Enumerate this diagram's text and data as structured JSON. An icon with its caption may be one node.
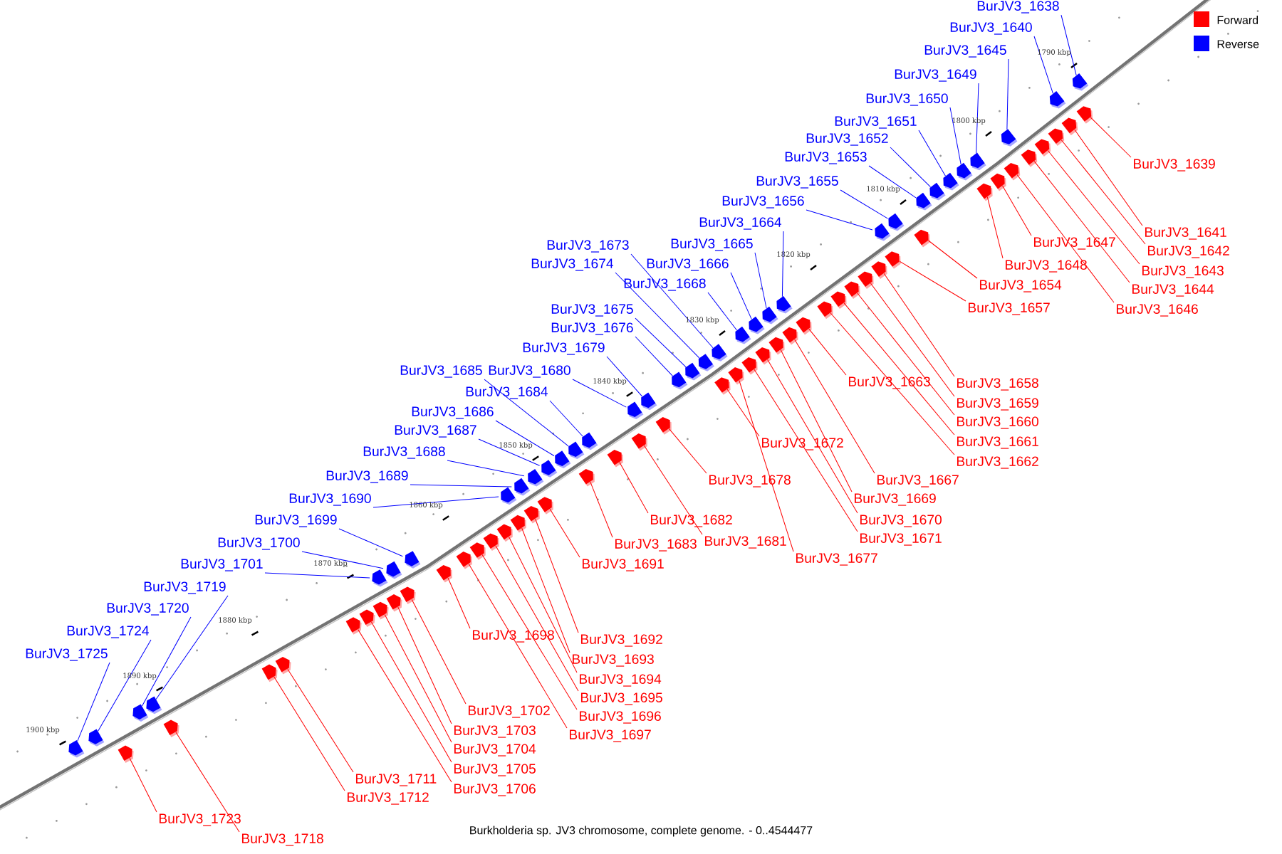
{
  "diagram": {
    "caption": "Burkholderia sp. JV3 chromosome, complete genome. - 0..4544477",
    "nodes": [
      {
        "text": [
          "BurJV3_1638"
        ]
      },
      {
        "text": [
          "BurJV3_1640"
        ]
      },
      {
        "text": [
          "BurJV3_1645"
        ]
      },
      {
        "text": [
          "BurJV3_1649"
        ]
      },
      {
        "text": [
          "BurJV3_1650"
        ]
      },
      {
        "text": [
          "BurJV3_1651"
        ]
      },
      {
        "text": [
          "BurJV3_1652"
        ]
      },
      {
        "text": [
          "BurJV3_1653"
        ]
      },
      {
        "text": [
          "BurJV3_1655"
        ]
      },
      {
        "text": [
          "BurJV3_1656"
        ]
      },
      {
        "text": [
          "BurJV3_1664"
        ]
      },
      {
        "text": [
          "BurJV3_1665"
        ]
      },
      {
        "text": [
          "BurJV3_1666"
        ]
      },
      {
        "text": [
          "BurJV3_1668"
        ]
      },
      {
        "text": [
          "BurJV3_1673"
        ]
      },
      {
        "text": [
          "BurJV3_1674"
        ]
      },
      {
        "text": [
          "BurJV3_1675"
        ]
      },
      {
        "text": [
          "BurJV3_1676"
        ]
      },
      {
        "text": [
          "BurJV3_1679"
        ]
      },
      {
        "text": [
          "BurJV3_1685"
        ]
      },
      {
        "text": [
          "BurJV3_1680"
        ]
      },
      {
        "text": [
          "BurJV3_1684"
        ]
      },
      {
        "text": [
          "BurJV3_1686"
        ]
      },
      {
        "text": [
          "BurJV3_1687"
        ]
      },
      {
        "text": [
          "BurJV3_1688"
        ]
      },
      {
        "text": [
          "BurJV3_1689"
        ]
      },
      {
        "text": [
          "BurJV3_1690"
        ]
      },
      {
        "text": [
          "BurJV3_1699"
        ]
      },
      {
        "text": [
          "BurJV3_1700"
        ]
      },
      {
        "text": [
          "BurJV3_1701"
        ]
      },
      {
        "text": [
          "BurJV3_1719"
        ]
      },
      {
        "text": [
          "BurJV3_1720"
        ]
      },
      {
        "text": [
          "BurJV3_1724"
        ]
      },
      {
        "text": [
          "BurJV3_1725"
        ]
      },
      {
        "text": [
          "BurJV3_1639"
        ]
      },
      {
        "text": [
          "BurJV3_1641"
        ]
      },
      {
        "text": [
          "BurJV3_1642"
        ]
      },
      {
        "text": [
          "BurJV3_1643"
        ]
      },
      {
        "text": [
          "BurJV3_1644"
        ]
      },
      {
        "text": [
          "BurJV3_1646"
        ]
      },
      {
        "text": [
          "BurJV3_1647"
        ]
      },
      {
        "text": [
          "BurJV3_1648"
        ]
      },
      {
        "text": [
          "BurJV3_1654"
        ]
      },
      {
        "text": [
          "BurJV3_1657"
        ]
      },
      {
        "text": [
          "BurJV3_1658"
        ]
      },
      {
        "text": [
          "BurJV3_1659"
        ]
      },
      {
        "text": [
          "BurJV3_1660"
        ]
      },
      {
        "text": [
          "BurJV3_1661"
        ]
      },
      {
        "text": [
          "BurJV3_1662"
        ]
      },
      {
        "text": [
          "BurJV3_1663"
        ]
      },
      {
        "text": [
          "BurJV3_1667"
        ]
      },
      {
        "text": [
          "BurJV3_1669"
        ]
      },
      {
        "text": [
          "BurJV3_1670"
        ]
      },
      {
        "text": [
          "BurJV3_1671"
        ]
      },
      {
        "text": [
          "BurJV3_1672"
        ]
      },
      {
        "text": [
          "BurJV3_1677"
        ]
      },
      {
        "text": [
          "BurJV3_1678"
        ]
      },
      {
        "text": [
          "BurJV3_1681"
        ]
      },
      {
        "text": [
          "BurJV3_1682"
        ]
      },
      {
        "text": [
          "BurJV3_1683"
        ]
      },
      {
        "text": [
          "BurJV3_1691"
        ]
      },
      {
        "text": [
          "BurJV3_1692"
        ]
      },
      {
        "text": [
          "BurJV3_1693"
        ]
      },
      {
        "text": [
          "BurJV3_1694"
        ]
      },
      {
        "text": [
          "BurJV3_1695"
        ]
      },
      {
        "text": [
          "BurJV3_1696"
        ]
      },
      {
        "text": [
          "BurJV3_1697"
        ]
      },
      {
        "text": [
          "BurJV3_1698"
        ]
      },
      {
        "text": [
          "BurJV3_1702"
        ]
      },
      {
        "text": [
          "BurJV3_1703"
        ]
      },
      {
        "text": [
          "BurJV3_1704"
        ]
      },
      {
        "text": [
          "BurJV3_1705"
        ]
      },
      {
        "text": [
          "BurJV3_1706"
        ]
      },
      {
        "text": [
          "BurJV3_1711"
        ]
      },
      {
        "text": [
          "BurJV3_1712"
        ]
      },
      {
        "text": [
          "BurJV3_1723"
        ]
      },
      {
        "text": [
          "BurJV3_1718"
        ]
      },
      {
        "text": [],
        "shape": "arrow"
      },
      {
        "text": [],
        "shape": "arrow"
      },
      {
        "text": [],
        "shape": "arrow"
      },
      {
        "text": [],
        "shape": "arrow"
      },
      {
        "text": [],
        "shape": "arrow"
      },
      {
        "text": [],
        "shape": "arrow"
      },
      {
        "text": [],
        "shape": "arrow"
      },
      {
        "text": [],
        "shape": "arrow"
      },
      {
        "text": [],
        "shape": "arrow"
      },
      {
        "text": [],
        "shape": "arrow"
      },
      {
        "text": [],
        "shape": "arrow"
      },
      {
        "text": [],
        "shape": "arrow"
      },
      {
        "text": [],
        "shape": "arrow"
      },
      {
        "text": [],
        "shape": "arrow"
      },
      {
        "text": [],
        "shape": "arrow"
      },
      {
        "text": [],
        "shape": "arrow"
      },
      {
        "text": [],
        "shape": "arrow"
      },
      {
        "text": [],
        "shape": "arrow"
      },
      {
        "text": [],
        "shape": "arrow"
      },
      {
        "text": [],
        "shape": "arrow"
      },
      {
        "text": [],
        "shape": "arrow"
      },
      {
        "text": [],
        "shape": "arrow"
      },
      {
        "text": [],
        "shape": "arrow"
      },
      {
        "text": [],
        "shape": "arrow"
      },
      {
        "text": [],
        "shape": "arrow"
      },
      {
        "text": [],
        "shape": "arrow"
      },
      {
        "text": [],
        "shape": "arrow"
      },
      {
        "text": [],
        "shape": "arrow"
      },
      {
        "text": [],
        "shape": "arrow"
      },
      {
        "text": [],
        "shape": "arrow"
      },
      {
        "text": [],
        "shape": "arrow"
      },
      {
        "text": [],
        "shape": "arrow"
      },
      {
        "text": [],
        "shape": "arrow"
      },
      {
        "text": [],
        "shape": "arrow"
      },
      {
        "text": [],
        "shape": "arrow"
      },
      {
        "text": [],
        "shape": "arrow"
      },
      {
        "text": [],
        "shape": "arrow"
      },
      {
        "text": [],
        "shape": "arrow"
      },
      {
        "text": [],
        "shape": "arrow"
      },
      {
        "text": [],
        "shape": "arrow"
      },
      {
        "text": [],
        "shape": "arrow"
      },
      {
        "text": [],
        "shape": "arrow"
      },
      {
        "text": [],
        "shape": "arrow"
      },
      {
        "text": [],
        "shape": "arrow"
      },
      {
        "text": [],
        "shape": "arrow"
      },
      {
        "text": [],
        "shape": "arrow"
      },
      {
        "text": [],
        "shape": "arrow"
      },
      {
        "text": [],
        "shape": "arrow"
      },
      {
        "text": [],
        "shape": "arrow"
      },
      {
        "text": [],
        "shape": "arrow"
      },
      {
        "text": [],
        "shape": "arrow"
      },
      {
        "text": [],
        "shape": "arrow"
      },
      {
        "text": [],
        "shape": "arrow"
      },
      {
        "text": [],
        "shape": "arrow"
      },
      {
        "text": [],
        "shape": "arrow"
      },
      {
        "text": [],
        "shape": "arrow"
      },
      {
        "text": [],
        "shape": "arrow"
      },
      {
        "text": [],
        "shape": "arrow"
      },
      {
        "text": [],
        "shape": "arrow"
      },
      {
        "text": [],
        "shape": "arrow"
      },
      {
        "text": [],
        "shape": "arrow"
      },
      {
        "text": [],
        "shape": "arrow"
      },
      {
        "text": [],
        "shape": "arrow"
      },
      {
        "text": [],
        "shape": "arrow"
      },
      {
        "text": [],
        "shape": "arrow"
      },
      {
        "text": [],
        "shape": "arrow"
      },
      {
        "text": [],
        "shape": "arrow"
      },
      {
        "text": [],
        "shape": "arrow"
      },
      {
        "text": [],
        "shape": "arrow"
      },
      {
        "text": [],
        "shape": "arrow"
      },
      {
        "text": [],
        "shape": "arrow"
      },
      {
        "text": [],
        "shape": "arrow"
      },
      {
        "text": [],
        "shape": "arrow"
      },
      {
        "text": [],
        "shape": "arrow"
      },
      {
        "text": [],
        "shape": "arrow"
      },
      {
        "text": [],
        "shape": "arrow"
      },
      {
        "text": [],
        "shape": "arrow"
      }
    ],
    "edges": [
      {
        "from": 0,
        "to": 77,
        "arrow": "none",
        "color": "#0000ff"
      },
      {
        "from": 1,
        "to": 78,
        "arrow": "none",
        "color": "#0000ff"
      },
      {
        "from": 2,
        "to": 79,
        "arrow": "none",
        "color": "#0000ff"
      },
      {
        "from": 3,
        "to": 80,
        "arrow": "none",
        "color": "#0000ff"
      },
      {
        "from": 4,
        "to": 81,
        "arrow": "none",
        "color": "#0000ff"
      },
      {
        "from": 5,
        "to": 82,
        "arrow": "none",
        "color": "#0000ff"
      },
      {
        "from": 6,
        "to": 83,
        "arrow": "none",
        "color": "#0000ff"
      },
      {
        "from": 7,
        "to": 84,
        "arrow": "none",
        "color": "#0000ff"
      },
      {
        "from": 8,
        "to": 85,
        "arrow": "none",
        "color": "#0000ff"
      },
      {
        "from": 9,
        "to": 86,
        "arrow": "none",
        "color": "#0000ff"
      },
      {
        "from": 10,
        "to": 87,
        "arrow": "none",
        "color": "#0000ff"
      },
      {
        "from": 11,
        "to": 88,
        "arrow": "none",
        "color": "#0000ff"
      },
      {
        "from": 12,
        "to": 89,
        "arrow": "none",
        "color": "#0000ff"
      },
      {
        "from": 13,
        "to": 90,
        "arrow": "none",
        "color": "#0000ff"
      },
      {
        "from": 14,
        "to": 91,
        "arrow": "none",
        "color": "#0000ff"
      },
      {
        "from": 15,
        "to": 92,
        "arrow": "none",
        "color": "#0000ff"
      },
      {
        "from": 16,
        "to": 93,
        "arrow": "none",
        "color": "#0000ff"
      },
      {
        "from": 17,
        "to": 94,
        "arrow": "none",
        "color": "#0000ff"
      },
      {
        "from": 18,
        "to": 95,
        "arrow": "none",
        "color": "#0000ff"
      },
      {
        "from": 19,
        "to": 96,
        "arrow": "none",
        "color": "#0000ff"
      },
      {
        "from": 20,
        "to": 97,
        "arrow": "none",
        "color": "#0000ff"
      },
      {
        "from": 21,
        "to": 98,
        "arrow": "none",
        "color": "#0000ff"
      },
      {
        "from": 22,
        "to": 99,
        "arrow": "none",
        "color": "#0000ff"
      },
      {
        "from": 23,
        "to": 100,
        "arrow": "none",
        "color": "#0000ff"
      },
      {
        "from": 24,
        "to": 101,
        "arrow": "none",
        "color": "#0000ff"
      },
      {
        "from": 25,
        "to": 102,
        "arrow": "none",
        "color": "#0000ff"
      },
      {
        "from": 26,
        "to": 103,
        "arrow": "none",
        "color": "#0000ff"
      },
      {
        "from": 27,
        "to": 104,
        "arrow": "none",
        "color": "#0000ff"
      },
      {
        "from": 28,
        "to": 105,
        "arrow": "none",
        "color": "#0000ff"
      },
      {
        "from": 29,
        "to": 106,
        "arrow": "none",
        "color": "#0000ff"
      },
      {
        "from": 30,
        "to": 107,
        "arrow": "none",
        "color": "#0000ff"
      },
      {
        "from": 31,
        "to": 108,
        "arrow": "none",
        "color": "#0000ff"
      },
      {
        "from": 32,
        "to": 109,
        "arrow": "none",
        "color": "#0000ff"
      },
      {
        "from": 33,
        "to": 110,
        "arrow": "none",
        "color": "#0000ff"
      },
      {
        "from": 34,
        "to": 111,
        "arrow": "none"
      },
      {
        "from": 35,
        "to": 112,
        "arrow": "none"
      },
      {
        "from": 36,
        "to": 113,
        "arrow": "none"
      },
      {
        "from": 37,
        "to": 114,
        "arrow": "none"
      },
      {
        "from": 38,
        "to": 115,
        "arrow": "none"
      },
      {
        "from": 39,
        "to": 116,
        "arrow": "none"
      },
      {
        "from": 40,
        "to": 117,
        "arrow": "none"
      },
      {
        "from": 41,
        "to": 118,
        "arrow": "none"
      },
      {
        "from": 42,
        "to": 119,
        "arrow": "none"
      },
      {
        "from": 43,
        "to": 120,
        "arrow": "none"
      },
      {
        "from": 44,
        "to": 121,
        "arrow": "none"
      },
      {
        "from": 45,
        "to": 122,
        "arrow": "none"
      },
      {
        "from": 46,
        "to": 123,
        "arrow": "none"
      },
      {
        "from": 47,
        "to": 124,
        "arrow": "none"
      },
      {
        "from": 48,
        "to": 125,
        "arrow": "none"
      },
      {
        "from": 49,
        "to": 126,
        "arrow": "none"
      },
      {
        "from": 50,
        "to": 127,
        "arrow": "none"
      },
      {
        "from": 51,
        "to": 128,
        "arrow": "none"
      },
      {
        "from": 52,
        "to": 129,
        "arrow": "none"
      },
      {
        "from": 53,
        "to": 130,
        "arrow": "none"
      },
      {
        "from": 54,
        "to": 131,
        "arrow": "none"
      },
      {
        "from": 55,
        "to": 132,
        "arrow": "none"
      },
      {
        "from": 56,
        "to": 133,
        "arrow": "none"
      },
      {
        "from": 57,
        "to": 134,
        "arrow": "none"
      },
      {
        "from": 58,
        "to": 135,
        "arrow": "none"
      },
      {
        "from": 59,
        "to": 136,
        "arrow": "none"
      },
      {
        "from": 60,
        "to": 137,
        "arrow": "none"
      },
      {
        "from": 61,
        "to": 138,
        "arrow": "none"
      },
      {
        "from": 62,
        "to": 139,
        "arrow": "none"
      },
      {
        "from": 63,
        "to": 140,
        "arrow": "none"
      },
      {
        "from": 64,
        "to": 141,
        "arrow": "none"
      },
      {
        "from": 65,
        "to": 142,
        "arrow": "none"
      },
      {
        "from": 66,
        "to": 143,
        "arrow": "none"
      },
      {
        "from": 67,
        "to": 144,
        "arrow": "none"
      },
      {
        "from": 68,
        "to": 145,
        "arrow": "none"
      },
      {
        "from": 69,
        "to": 146,
        "arrow": "none"
      },
      {
        "from": 70,
        "to": 147,
        "arrow": "none"
      },
      {
        "from": 71,
        "to": 148,
        "arrow": "none"
      },
      {
        "from": 72,
        "to": 149,
        "arrow": "none"
      },
      {
        "from": 73,
        "to": 150,
        "arrow": "none"
      },
      {
        "from": 74,
        "to": 151,
        "arrow": "none"
      },
      {
        "from": 75,
        "to": 152,
        "arrow": "none"
      },
      {
        "from": 76,
        "to": 153,
        "arrow": "none"
      }
    ],
    "labels": [
      "1790 kbp",
      "1800 kbp",
      "1810 kbp",
      "1820 kbp",
      "1830 kbp",
      "1840 kbp",
      "1850 kbp",
      "1860 kbp",
      "1870 kbp",
      "1880 kbp",
      "1890 kbp",
      "1900 kbp"
    ],
    "legend": [
      {
        "text": "Forward",
        "color": "#ff0000"
      },
      {
        "text": "Reverse",
        "color": "#0000ff"
      }
    ]
  }
}
